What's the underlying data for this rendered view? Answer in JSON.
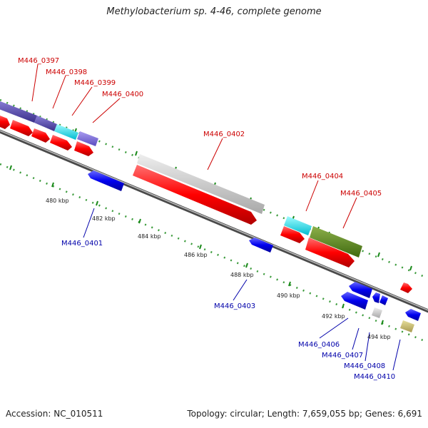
{
  "title": "Methylobacterium sp. 4-46, complete genome",
  "footer": {
    "accession": "Accession: NC_010511",
    "stats": "Topology: circular; Length: 7,659,055 bp; Genes: 6,691"
  },
  "colors": {
    "forward_label": "#cc0000",
    "reverse_label": "#0000aa",
    "cds_forward": "#ff0000",
    "cds_reverse": "#0000ee",
    "backbone": "#777777",
    "tick": "#1a8a1a"
  },
  "ticks": [
    "480 kbp",
    "482 kbp",
    "484 kbp",
    "486 kbp",
    "488 kbp",
    "490 kbp",
    "492 kbp",
    "494 kbp"
  ],
  "genes_top": [
    "M446_0397",
    "M446_0398",
    "M446_0399",
    "M446_0400",
    "M446_0402",
    "M446_0404",
    "M446_0405"
  ],
  "genes_bottom": [
    "M446_0401",
    "M446_0403",
    "M446_0406",
    "M446_0407",
    "M446_0408",
    "M446_0410"
  ]
}
